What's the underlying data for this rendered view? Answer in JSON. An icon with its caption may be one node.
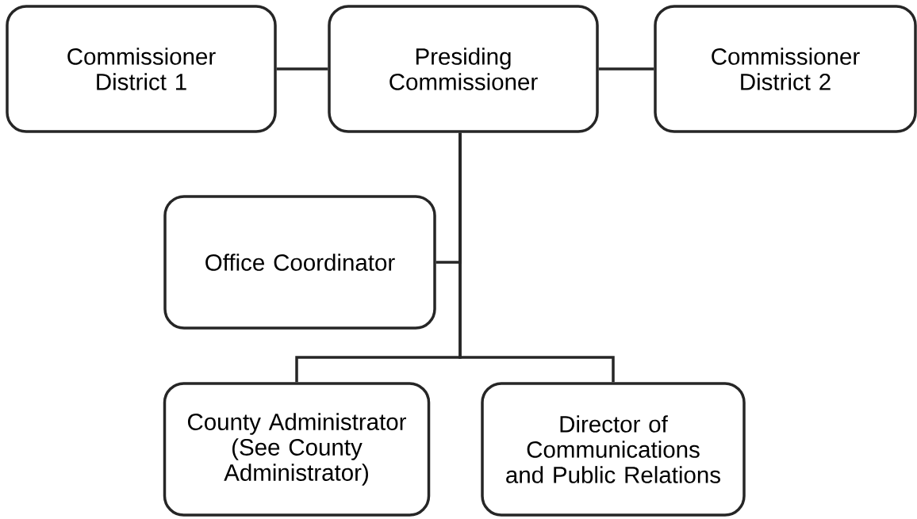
{
  "diagram": {
    "nodes": [
      {
        "text": [
          "Commissioner District 1"
        ]
      },
      {
        "text": [
          "Presiding Commissioner"
        ]
      },
      {
        "text": [
          "Commissioner District 2"
        ]
      },
      {
        "text": [
          "Office Coordinator"
        ]
      },
      {
        "text": [
          "County Administrator (See County Administrator)"
        ]
      },
      {
        "text": [
          "Director of Communications and Public Relations"
        ]
      }
    ],
    "edges": [
      {
        "from": 0,
        "to": 1,
        "arrow": "none"
      },
      {
        "from": 1,
        "to": 2,
        "arrow": "none"
      },
      {
        "from": 1,
        "to": 3,
        "arrow": "none"
      },
      {
        "from": 1,
        "to": 4,
        "arrow": "none"
      },
      {
        "from": 1,
        "to": 5,
        "arrow": "none"
      }
    ]
  }
}
